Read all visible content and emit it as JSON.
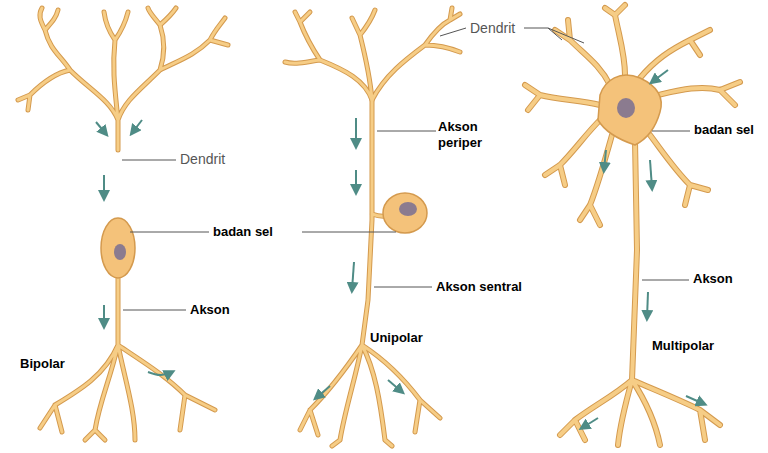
{
  "diagram": {
    "labels": [
      "Dendrit",
      "Akson periper",
      "Dendrit",
      "badan sel",
      "badan sel",
      "Akson sentral",
      "Akson",
      "Akson",
      "Unipolar",
      "Bipolar",
      "Multipolar"
    ]
  }
}
